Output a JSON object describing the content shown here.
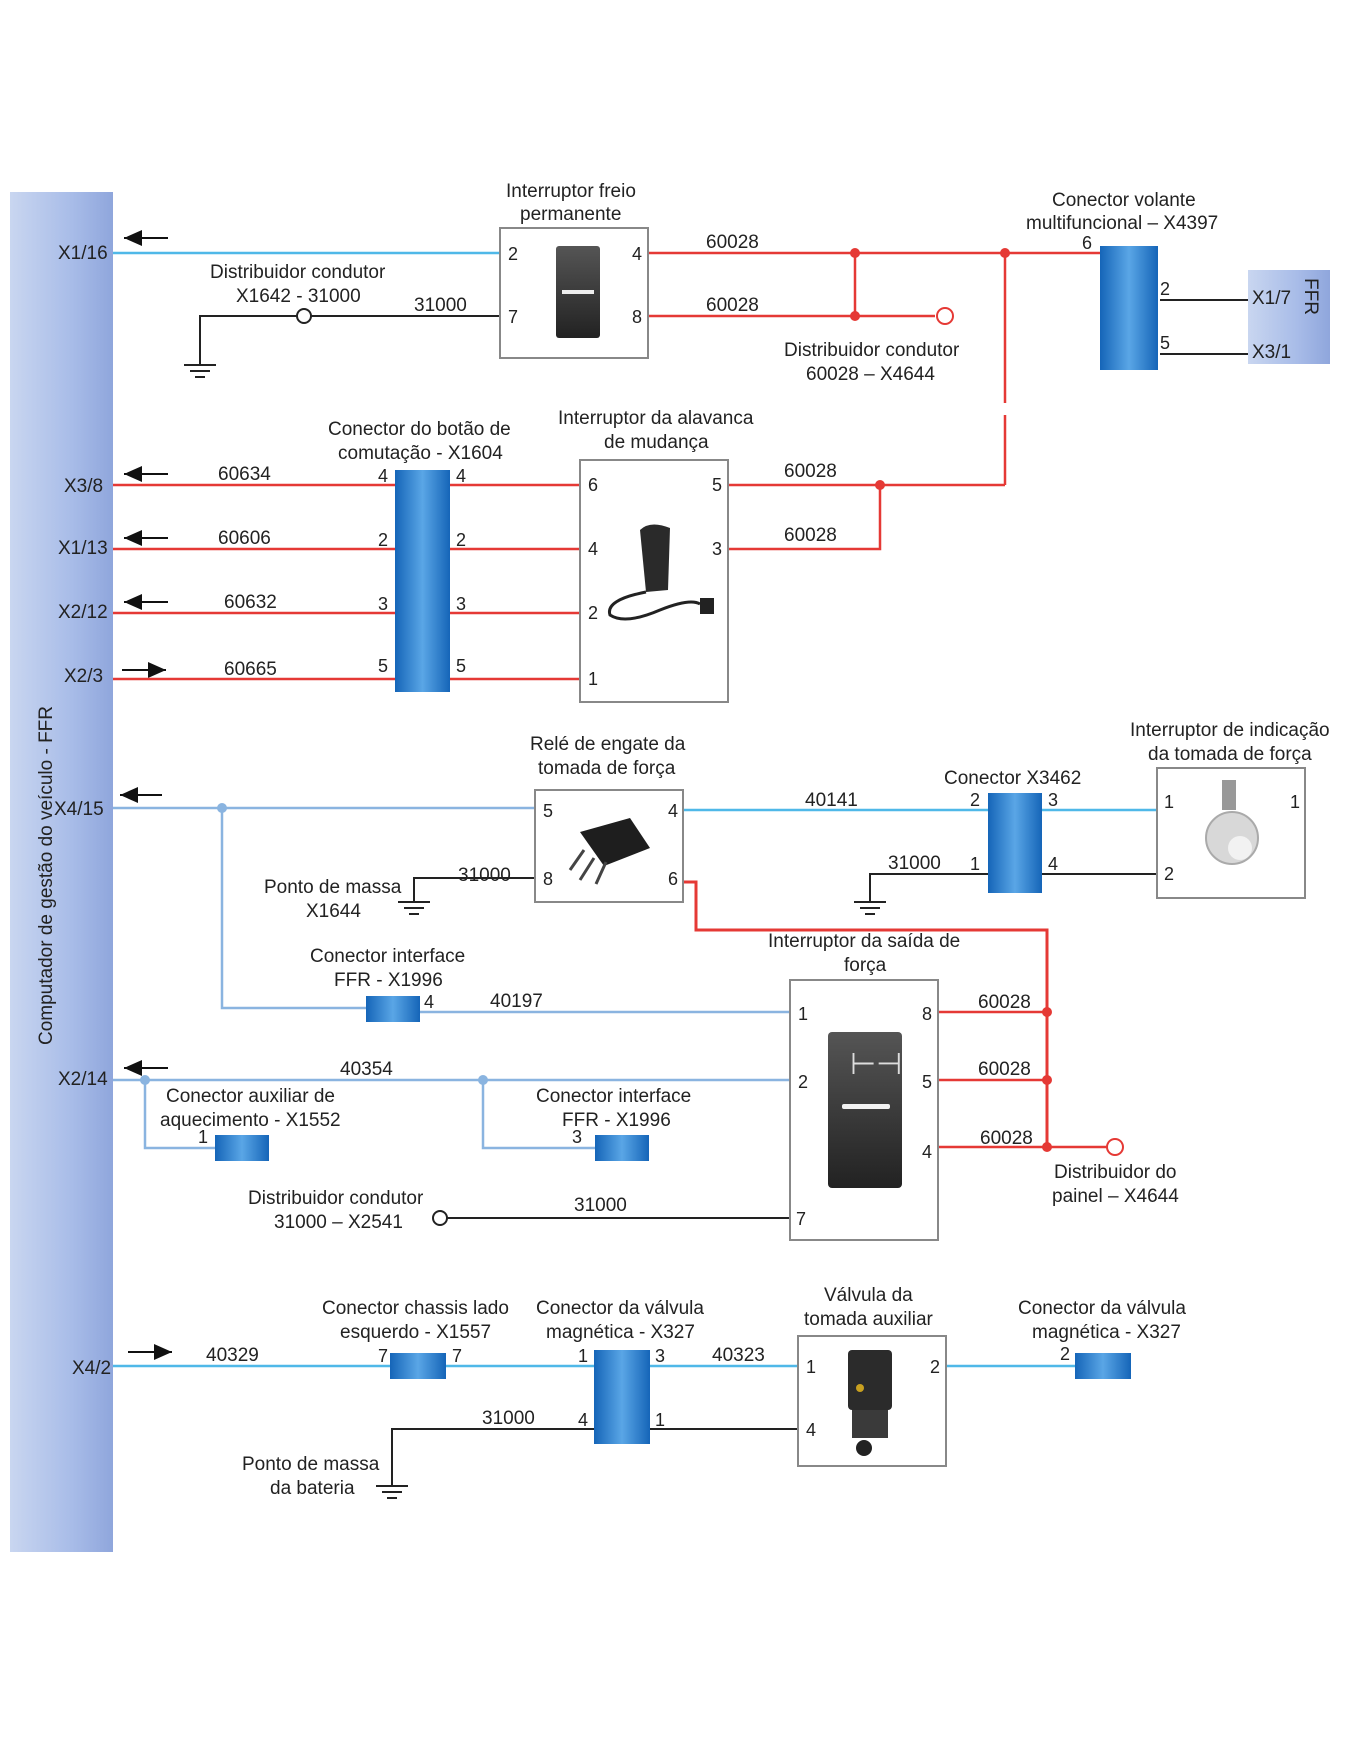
{
  "colors": {
    "wire_red": "#e53935",
    "wire_blue": "#4fb8e8",
    "wire_lightblue": "#8ab4e0",
    "wire_black": "#222222",
    "connector_blue": "#1f78c8",
    "ecu_bar": "#a9bde6"
  },
  "ecu": {
    "label": "Computador de gestão do veículo - FFR",
    "pins": [
      "X1/16",
      "X3/8",
      "X1/13",
      "X2/12",
      "X2/3",
      "X4/15",
      "X2/14",
      "X4/2"
    ]
  },
  "ffr_box": {
    "label": "FFR",
    "pins": [
      "X1/7",
      "X3/1"
    ]
  },
  "components": {
    "brake_switch": {
      "title1": "Interruptor freio",
      "title2": "permanente",
      "pins": [
        "2",
        "7",
        "4",
        "8"
      ]
    },
    "dist_x1642": {
      "line1": "Distribuidor condutor",
      "line2": "X1642 - 31000"
    },
    "steering_connector": {
      "line1": "Conector volante",
      "line2": "multifuncional – X4397",
      "pins": [
        "6",
        "2",
        "5"
      ]
    },
    "dist_x4644_top": {
      "line1": "Distribuidor condutor",
      "line2": "60028 – X4644"
    },
    "btn_connector": {
      "line1": "Conector do botão de",
      "line2": "comutação - X1604",
      "pins_left": [
        "4",
        "2",
        "3",
        "5"
      ],
      "pins_right": [
        "4",
        "2",
        "3",
        "5"
      ]
    },
    "gear_lever": {
      "line1": "Interruptor da alavanca",
      "line2": "de mudança",
      "pins_left": [
        "6",
        "4",
        "2",
        "1"
      ],
      "pins_right": [
        "5",
        "3"
      ]
    },
    "pto_relay": {
      "line1": "Relé de engate da",
      "line2": "tomada de força",
      "pins": [
        "5",
        "8",
        "4",
        "6"
      ]
    },
    "ground_x1644": {
      "line1": "Ponto de massa",
      "line2": "X1644"
    },
    "connector_x3462": {
      "line1": "Conector X3462",
      "pins": [
        "2",
        "3",
        "1",
        "4"
      ]
    },
    "pto_indicator": {
      "line1": "Interruptor de indicação",
      "line2": "da tomada de força",
      "pins": [
        "1",
        "1",
        "2"
      ]
    },
    "ffr_interface_1": {
      "line1": "Conector interface",
      "line2": "FFR - X1996",
      "pin": "4"
    },
    "pto_output_switch": {
      "line1": "Interruptor da saída de",
      "line2": "força",
      "pins_left": [
        "1",
        "2",
        "7"
      ],
      "pins_right": [
        "8",
        "5",
        "4"
      ]
    },
    "heater_connector": {
      "line1": "Conector auxiliar de",
      "line2": "aquecimento - X1552",
      "pin": "1"
    },
    "ffr_interface_2": {
      "line1": "Conector interface",
      "line2": "FFR - X1996",
      "pin": "3"
    },
    "dist_x2541": {
      "line1": "Distribuidor condutor",
      "line2": "31000 – X2541"
    },
    "dist_x4644_panel": {
      "line1": "Distribuidor do",
      "line2": "painel – X4644"
    },
    "chassis_connector": {
      "line1": "Conector chassis lado",
      "line2": "esquerdo - X1557",
      "pins": [
        "7",
        "7"
      ]
    },
    "valve_connector_1": {
      "line1": "Conector da válvula",
      "line2": "magnética - X327",
      "pins": [
        "1",
        "3",
        "4",
        "1"
      ]
    },
    "aux_valve": {
      "line1": "Válvula da",
      "line2": "tomada auxiliar",
      "pins": [
        "1",
        "2",
        "4"
      ]
    },
    "valve_connector_2": {
      "line1": "Conector da válvula",
      "line2": "magnética - X327",
      "pin": "2"
    },
    "ground_battery": {
      "line1": "Ponto de massa",
      "line2": "da bateria"
    }
  },
  "wires": {
    "w31000": "31000",
    "w60028": "60028",
    "w60634": "60634",
    "w60606": "60606",
    "w60632": "60632",
    "w60665": "60665",
    "w40141": "40141",
    "w40197": "40197",
    "w40354": "40354",
    "w40329": "40329",
    "w40323": "40323"
  }
}
